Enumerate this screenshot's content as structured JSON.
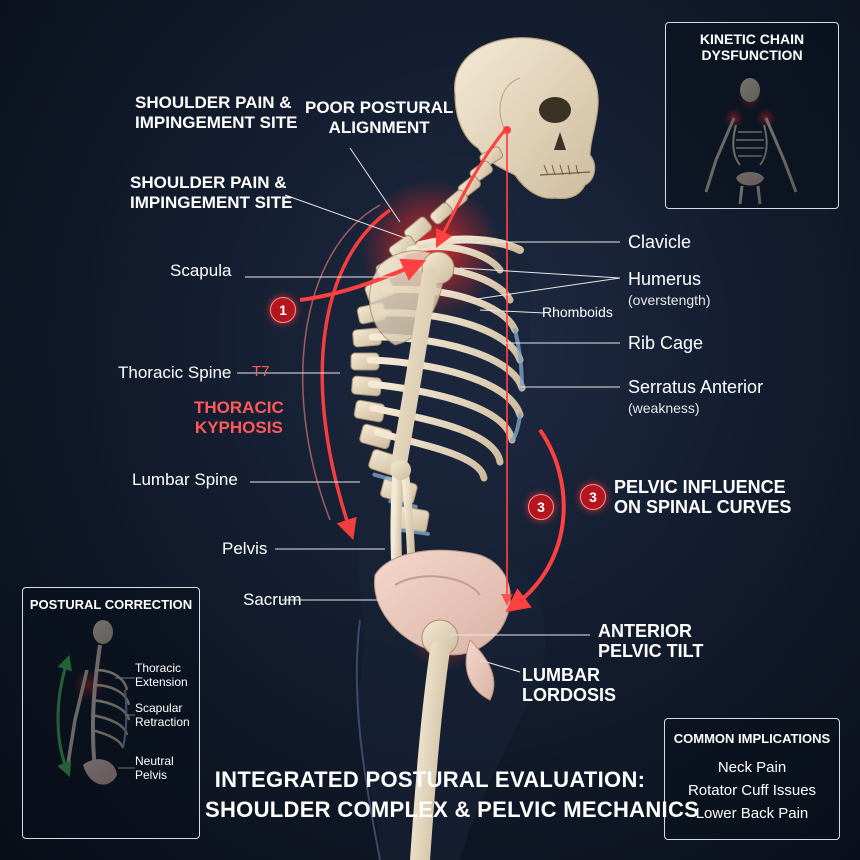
{
  "labels": {
    "shoulder_pain_1": "SHOULDER PAIN &\nIMPINGEMENT SITE",
    "poor_postural": "POOR POSTURAL\nALIGNMENT",
    "shoulder_pain_2": "SHOULDER PAIN &\nIMPINGEMENT SITE",
    "scapula": "Scapula",
    "thoracic_spine": "Thoracic Spine",
    "t7": "T7",
    "thoracic_kyphosis": "THORACIC\nKYPHOSIS",
    "lumbar_spine": "Lumbar Spine",
    "pelvis": "Pelvis",
    "sacrum": "Sacrum",
    "clavicle": "Clavicle",
    "humerus": "Humerus",
    "humerus_note": "(overstength)",
    "rhomboids": "Rhomboids",
    "rib_cage": "Rib Cage",
    "serratus": "Serratus Anterior",
    "serratus_note": "(weakness)",
    "pelvic_influence": "PELVIC INFLUENCE\nON SPINAL CURVES",
    "anterior_tilt": "ANTERIOR\nPELVIC TILT",
    "lumbar_lordosis": "LUMBAR\nLORDOSIS"
  },
  "badges": {
    "one": "1",
    "three_a": "3",
    "three_b": "3"
  },
  "kinetic_panel": {
    "title": "KINETIC CHAIN\nDYSFUNCTION"
  },
  "correction_panel": {
    "title": "POSTURAL CORRECTION",
    "items": [
      "Thoracic\nExtension",
      "Scapular\nRetraction",
      "Neutral\nPelvis"
    ]
  },
  "implications_panel": {
    "title": "COMMON IMPLICATIONS",
    "items": [
      "Neck Pain",
      "Rotator Cuff Issues",
      "Lower Back Pain"
    ]
  },
  "main_title": {
    "line1": "INTEGRATED POSTURAL EVALUATION:",
    "line2": "SHOULDER COMPLEX & PELVIC MECHANICS"
  },
  "colors": {
    "accent_red": "#ff3b3b",
    "bone": "#e9dcc4",
    "correction_green": "#3fb34f"
  }
}
